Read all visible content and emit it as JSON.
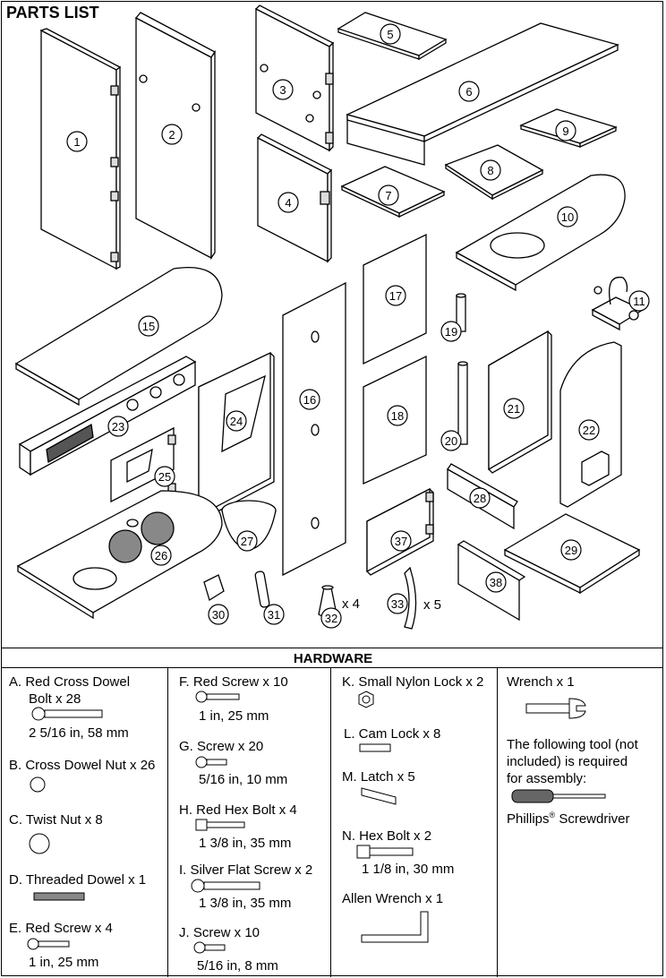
{
  "parts_title": "PARTS LIST",
  "parts": [
    "1",
    "2",
    "3",
    "4",
    "5",
    "6",
    "7",
    "8",
    "9",
    "10",
    "11",
    "15",
    "16",
    "17",
    "18",
    "19",
    "20",
    "21",
    "22",
    "23",
    "24",
    "25",
    "26",
    "27",
    "28",
    "29",
    "30",
    "31",
    "32",
    "33",
    "37",
    "38"
  ],
  "qty_32": "x 4",
  "qty_33": "x 5",
  "hardware_title": "HARDWARE",
  "hardware": {
    "A": {
      "label": "A. Red Cross Dowel",
      "label2": "Bolt x 28",
      "size": "2 5/16 in, 58 mm"
    },
    "B": {
      "label": "B. Cross Dowel Nut x 26"
    },
    "C": {
      "label": "C. Twist Nut x 8"
    },
    "D": {
      "label": "D. Threaded Dowel x 1"
    },
    "E": {
      "label": "E. Red Screw x 4",
      "size": "1 in, 25 mm"
    },
    "F": {
      "label": "F. Red Screw x 10",
      "size": "1 in, 25 mm"
    },
    "G": {
      "label": "G. Screw x 20",
      "size": "5/16 in, 10 mm"
    },
    "H": {
      "label": "H. Red Hex Bolt x 4",
      "size": "1 3/8 in, 35 mm"
    },
    "I": {
      "label": "I. Silver Flat Screw x 2",
      "size": "1 3/8 in, 35 mm"
    },
    "J": {
      "label": "J. Screw x 10",
      "size": "5/16 in, 8 mm"
    },
    "K": {
      "label": "K. Small Nylon Lock x 2"
    },
    "L": {
      "label": "L. Cam Lock x 8"
    },
    "M": {
      "label": "M. Latch x 5"
    },
    "N": {
      "label": "N. Hex Bolt x 2",
      "size": "1 1/8 in, 30 mm"
    },
    "allen": {
      "label": "Allen Wrench x 1"
    },
    "wrench": {
      "label": "Wrench x 1"
    }
  },
  "tool_note": {
    "line1": "The following tool (not",
    "line2": "included) is required",
    "line3": "for assembly:",
    "tool": "Phillips",
    "reg": "®",
    "tool2": " Screwdriver"
  }
}
